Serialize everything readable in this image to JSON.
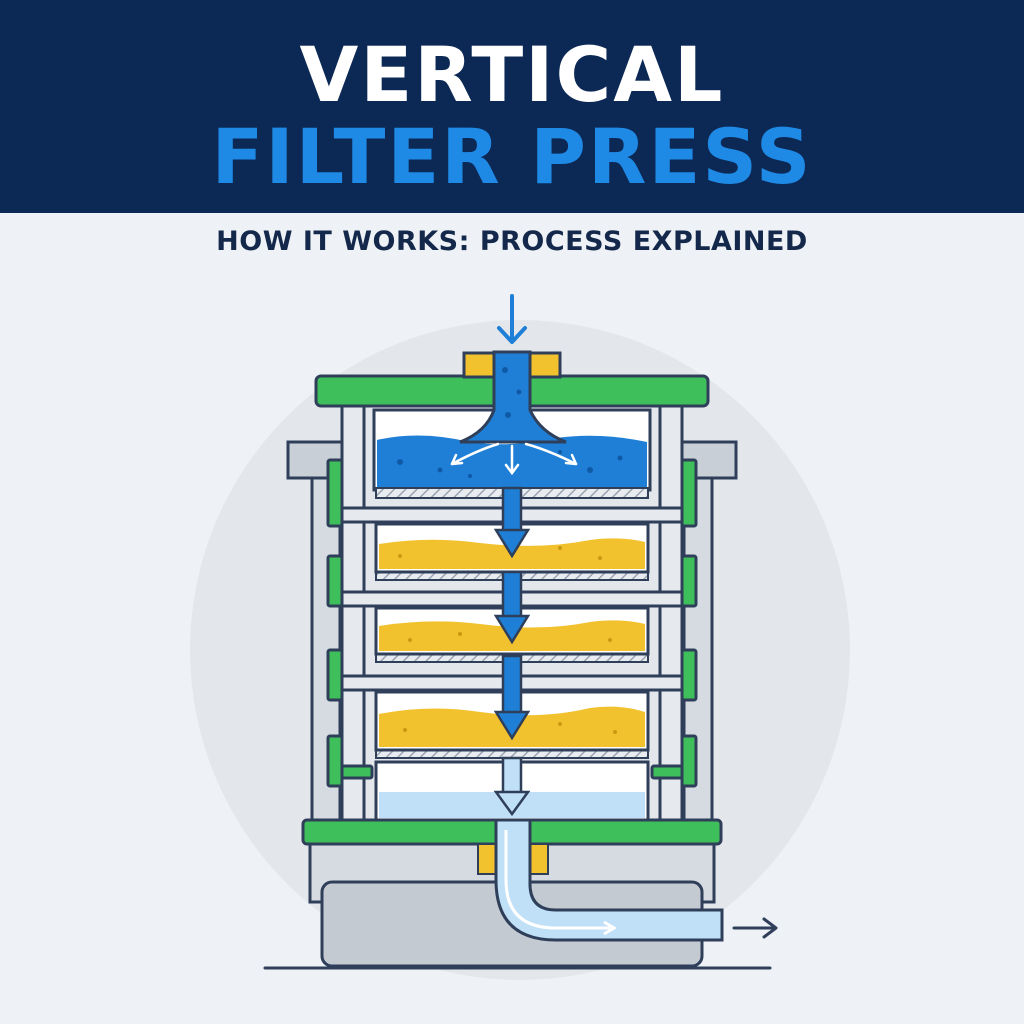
{
  "title": {
    "line1": "VERTICAL",
    "line2": "FILTER PRESS"
  },
  "subtitle": "HOW IT WORKS: PROCESS EXPLAINED",
  "colors": {
    "header_bg": "#0c2855",
    "title_white": "#ffffff",
    "title_blue": "#1f8ae6",
    "slurry_blue": "#1f7fd6",
    "filter_cake_yellow": "#f2c12e",
    "plate_green": "#3fbf5c",
    "frame_gray": "#c9cfd6",
    "outline_navy": "#2f3f5a",
    "filtrate_light_blue": "#bfe0f7"
  },
  "diagram": {
    "inlet_icon": "down-arrow-icon",
    "outlet_icon": "right-arrow-icon",
    "chamber_count": 4,
    "cake_layers": 3
  }
}
